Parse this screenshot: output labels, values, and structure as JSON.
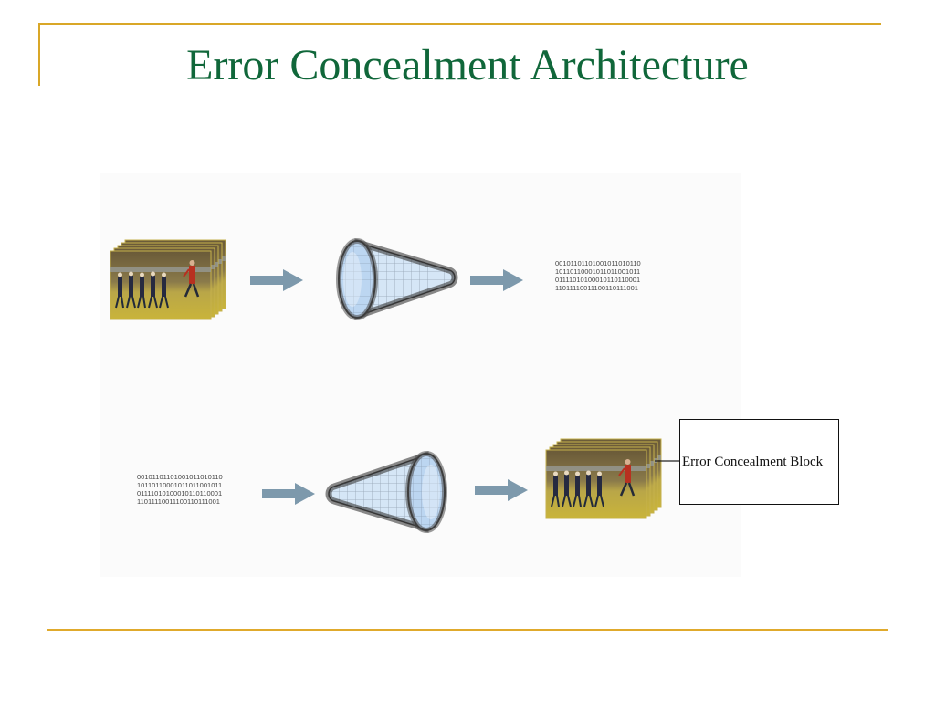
{
  "slide": {
    "title": "Error Concealment Architecture"
  },
  "diagram": {
    "encoder_row": {
      "bitstream_lines": [
        "00101101101001011010110",
        "10110110001011011001011",
        "01111010100010110110001",
        "11011110011100110111001"
      ]
    },
    "decoder_row": {
      "bitstream_lines": [
        "00101101101001011010110",
        "10110110001011011001011",
        "01111010100010110110001",
        "11011110011100110111001"
      ]
    },
    "concealment_block_label": "Error Concealment Block"
  },
  "colors": {
    "title": "#10673a",
    "frame_rule": "#d9a728",
    "arrow": "#7d99ac",
    "funnel_fill": "#d5e6f6",
    "funnel_lens": "#bcd6f1",
    "funnel_outline": "#2e2e2e"
  }
}
